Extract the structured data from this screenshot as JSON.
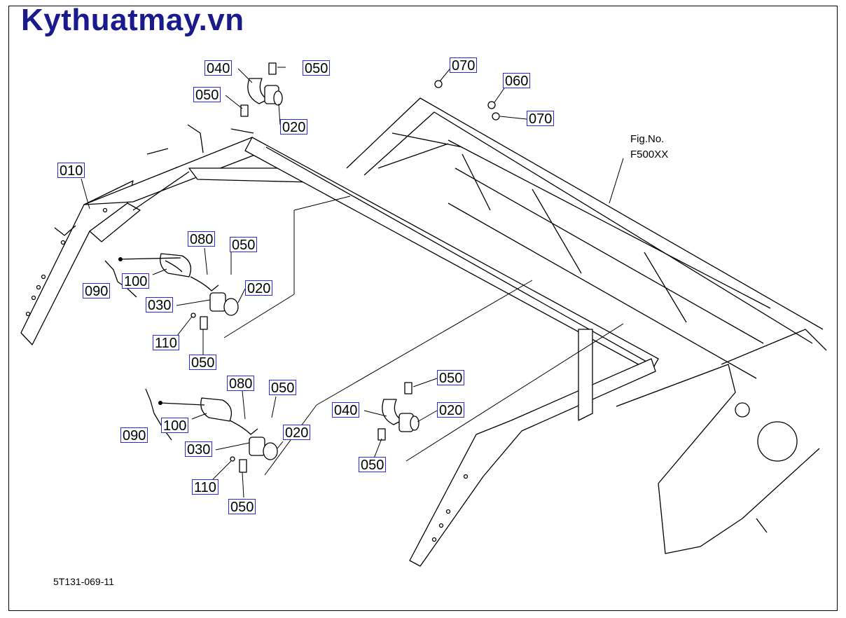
{
  "watermark": "Kythuatmay.vn",
  "figure": {
    "number_label": "Fig.No.",
    "number_value": "F500XX"
  },
  "drawing_code": "5T131-069-11",
  "callouts": {
    "c010": "010",
    "c040_top": "040",
    "c050_top_right": "050",
    "c050_top_left": "050",
    "c020_top": "020",
    "c070_a": "070",
    "c060": "060",
    "c070_b": "070",
    "c080_upper": "080",
    "c050_upper_a": "050",
    "c100_upper": "100",
    "c090_upper": "090",
    "c020_upper": "020",
    "c030_upper": "030",
    "c110_upper": "110",
    "c050_upper_b": "050",
    "c050_mid_a": "050",
    "c040_mid": "040",
    "c020_mid": "020",
    "c050_mid_b": "050",
    "c080_lower": "080",
    "c050_lower_a": "050",
    "c100_lower": "100",
    "c090_lower": "090",
    "c020_lower": "020",
    "c030_lower": "030",
    "c110_lower": "110",
    "c050_lower_b": "050"
  }
}
